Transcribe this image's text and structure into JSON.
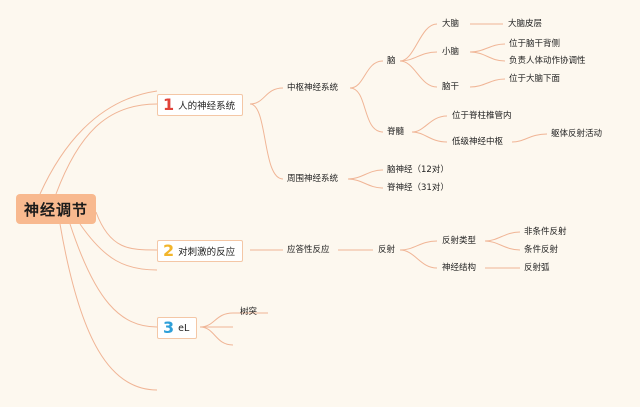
{
  "root": {
    "label": "神经调节"
  },
  "branches": [
    {
      "number": "1",
      "number_color": "#e0433a",
      "label": "人的神经系统",
      "children": {
        "central": {
          "label": "中枢神经系统",
          "brain": {
            "label": "脑",
            "cerebrum": {
              "label": "大脑",
              "child": "大脑皮层"
            },
            "cerebellum": {
              "label": "小脑",
              "children": [
                "位于脑干背侧",
                "负责人体动作协调性"
              ]
            },
            "brainstem": {
              "label": "脑干",
              "child": "位于大脑下面"
            }
          },
          "spinal_cord": {
            "label": "脊髓",
            "children": [
              "位于脊柱椎管内",
              "低级神经中枢"
            ],
            "reflex": "躯体反射活动"
          }
        },
        "peripheral": {
          "label": "周围神经系统",
          "children": [
            "脑神经（12对）",
            "脊神经（31对）"
          ]
        }
      }
    },
    {
      "number": "2",
      "number_color": "#f2b52b",
      "label": "对刺激的反应",
      "children": {
        "response": "应答性反应",
        "reflex": {
          "label": "反射",
          "types": {
            "label": "反射类型",
            "children": [
              "非条件反射",
              "条件反射"
            ]
          },
          "structure": {
            "label": "神经结构",
            "child": "反射弧"
          }
        }
      }
    },
    {
      "number": "3",
      "number_color": "#2e9fd8",
      "label": "eL",
      "children": [
        "树突"
      ]
    }
  ],
  "colors": {
    "line": "#f0b596",
    "root_fill": "#f8b98f",
    "background": "#fdf8ef"
  }
}
